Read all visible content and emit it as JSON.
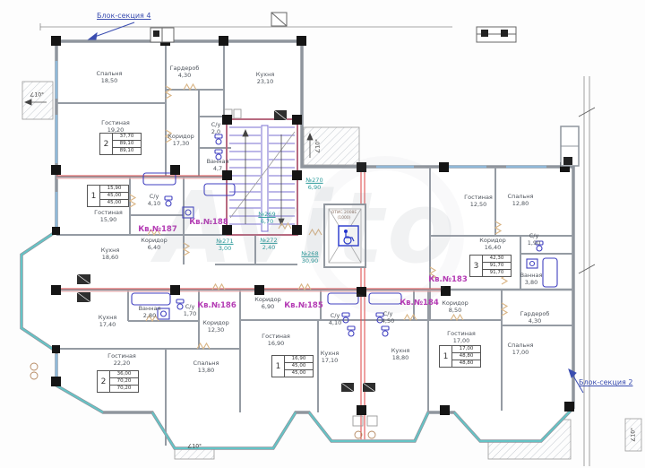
{
  "watermark": "Avito",
  "sections": {
    "top": "Блок-секция 4",
    "right": "Блок-секция 2"
  },
  "slope_label": "∠10°",
  "elevator": {
    "line1": "ОТИС 2008Е",
    "line2": "(1000)"
  },
  "apartments": [
    {
      "label": "Кв.№187"
    },
    {
      "label": "Кв.№188"
    },
    {
      "label": "Кв.№186"
    },
    {
      "label": "Кв.№185"
    },
    {
      "label": "Кв.№184"
    },
    {
      "label": "Кв.№183"
    }
  ],
  "rooms": [
    {
      "n": "Спальня",
      "a": "18,50"
    },
    {
      "n": "Гардероб",
      "a": "4,30"
    },
    {
      "n": "Кухня",
      "a": "23,10"
    },
    {
      "n": "Гостиная",
      "a": "19,20"
    },
    {
      "n": "Коридор",
      "a": "17,30"
    },
    {
      "n": "С/у",
      "a": "2,0"
    },
    {
      "n": "Ванная",
      "a": "4,7"
    },
    {
      "n": "Гостиная",
      "a": "15,90"
    },
    {
      "n": "С/у",
      "a": "4,10"
    },
    {
      "n": "Коридор",
      "a": "6,40"
    },
    {
      "n": "Кухня",
      "a": "18,60"
    },
    {
      "n": "Кухня",
      "a": "17,40"
    },
    {
      "n": "Гостиная",
      "a": "22,20"
    },
    {
      "n": "Спальня",
      "a": "13,80"
    },
    {
      "n": "Коридор",
      "a": "12,30"
    },
    {
      "n": "Ванная",
      "a": "2,80"
    },
    {
      "n": "С/у",
      "a": "1,70"
    },
    {
      "n": "Коридор",
      "a": "6,90"
    },
    {
      "n": "Гостиная",
      "a": "16,90"
    },
    {
      "n": "Кухня",
      "a": "17,10"
    },
    {
      "n": "С/у",
      "a": "4,10"
    },
    {
      "n": "С/у",
      "a": "4,50"
    },
    {
      "n": "Кухня",
      "a": "18,80"
    },
    {
      "n": "Коридор",
      "a": "8,50"
    },
    {
      "n": "Гостиная",
      "a": "17,00"
    },
    {
      "n": "Спальня",
      "a": "17,00"
    },
    {
      "n": "Гардероб",
      "a": "4,30"
    },
    {
      "n": "Ванная",
      "a": "3,80"
    },
    {
      "n": "Гостиная",
      "a": "12,50"
    },
    {
      "n": "Спальня",
      "a": "12,80"
    },
    {
      "n": "Коридор",
      "a": "16,40"
    },
    {
      "n": "С/у",
      "a": "1,90"
    }
  ],
  "common": [
    {
      "num": "№269",
      "a": "6,70"
    },
    {
      "num": "№270",
      "a": "6,90"
    },
    {
      "num": "№271",
      "a": "3,00"
    },
    {
      "num": "№272",
      "a": "2,40"
    },
    {
      "num": "№268",
      "a": "30,90"
    }
  ],
  "tables": [
    {
      "rooms": "2",
      "v": [
        "37,70",
        "89,10",
        "89,10"
      ]
    },
    {
      "rooms": "1",
      "v": [
        "15,90",
        "45,00",
        "45,00"
      ]
    },
    {
      "rooms": "2",
      "v": [
        "36,00",
        "70,20",
        "70,20"
      ]
    },
    {
      "rooms": "1",
      "v": [
        "16,90",
        "45,00",
        "45,00"
      ]
    },
    {
      "rooms": "1",
      "v": [
        "17,00",
        "48,80",
        "48,80"
      ]
    },
    {
      "rooms": "3",
      "v": [
        "42,30",
        "91,70",
        "91,70"
      ]
    }
  ]
}
